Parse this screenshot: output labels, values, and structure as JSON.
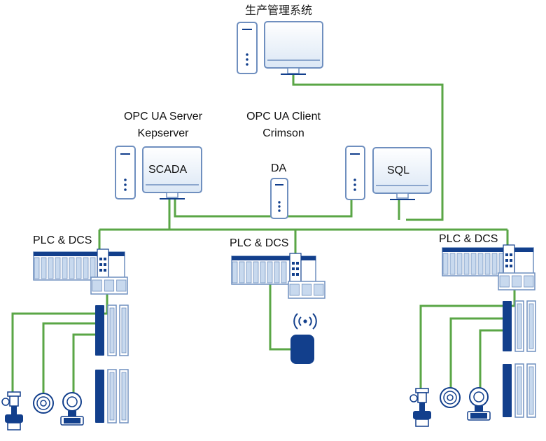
{
  "labels": {
    "top_system": "生产管理系统",
    "opc_server_line1": "OPC UA Server",
    "opc_server_line2": "Kepserver",
    "opc_client_line1": "OPC UA Client",
    "opc_client_line2": "Crimson",
    "scada": "SCADA",
    "da": "DA",
    "sql": "SQL",
    "plc_left": "PLC & DCS",
    "plc_center": "PLC & DCS",
    "plc_right": "PLC & DCS"
  },
  "colors": {
    "network_line": "#5aa646",
    "device_blue": "#123f8c",
    "device_light": "#c8d9ee",
    "outline": "#6f8fbf"
  }
}
